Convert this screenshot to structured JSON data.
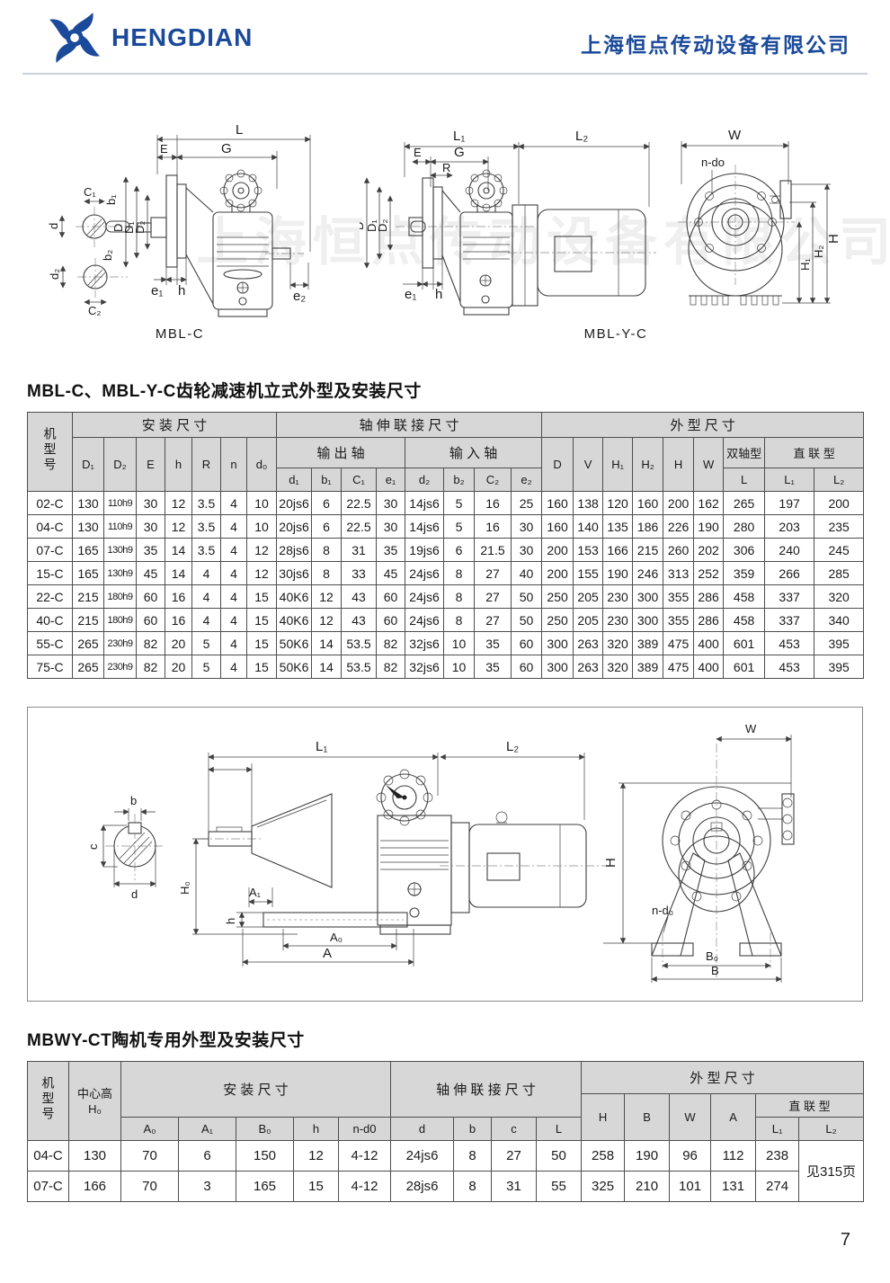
{
  "header": {
    "logo_text": "HENGDIAN",
    "company_name": "上海恒点传动设备有限公司",
    "brand_color": "#1b4a9b"
  },
  "watermark": "上海恒点传动设备有限公司",
  "drawings": {
    "caption_mblc": "MBL-C",
    "caption_mblyc": "MBL-Y-C"
  },
  "dims": {
    "L": "L",
    "L1": "L₁",
    "L2": "L₂",
    "E": "E",
    "G": "G",
    "R": "R",
    "C1": "C₁",
    "b1": "b₁",
    "d": "d",
    "D": "D",
    "D1": "D₁",
    "D2": "D₂",
    "b2": "b₂",
    "d2": "d₂",
    "C2": "C₂",
    "e1": "e₁",
    "e2": "e₂",
    "h": "h",
    "W": "W",
    "n_do": "n-do",
    "n_d0": "n-d₀",
    "H": "H",
    "H1": "H₁",
    "H2": "H₂",
    "H0": "H₀",
    "A": "A",
    "A0": "A₀",
    "A1": "A₁",
    "B": "B",
    "B0": "B₀",
    "b": "b",
    "c": "c"
  },
  "t1": {
    "title": "MBL-C、MBL-Y-C齿轮减速机立式外型及安装尺寸",
    "h_model": "机型号",
    "h_install": "安  装  尺  寸",
    "h_shaft": "轴  伸  联  接  尺  寸",
    "h_outer": "外  型  尺  寸",
    "h_out_shaft": "输  出  轴",
    "h_in_shaft": "输  入  轴",
    "h_dual": "双轴型",
    "h_direct": "直 联 型",
    "sub_install": [
      "D₁",
      "D₂",
      "E",
      "h",
      "R",
      "n",
      "d₀"
    ],
    "sub_out": [
      "d₁",
      "b₁",
      "C₁",
      "e₁"
    ],
    "sub_in": [
      "d₂",
      "b₂",
      "C₂",
      "e₂"
    ],
    "sub_outer": [
      "D",
      "V",
      "H₁",
      "H₂",
      "H",
      "W"
    ],
    "sub_dual": [
      "L"
    ],
    "sub_direct": [
      "L₁",
      "L₂"
    ],
    "rows": [
      [
        "02-C",
        "130",
        "110h9",
        "30",
        "12",
        "3.5",
        "4",
        "10",
        "20js6",
        "6",
        "22.5",
        "30",
        "14js6",
        "5",
        "16",
        "25",
        "160",
        "138",
        "120",
        "160",
        "200",
        "162",
        "265",
        "197",
        "200"
      ],
      [
        "04-C",
        "130",
        "110h9",
        "30",
        "12",
        "3.5",
        "4",
        "10",
        "20js6",
        "6",
        "22.5",
        "30",
        "14js6",
        "5",
        "16",
        "30",
        "160",
        "140",
        "135",
        "186",
        "226",
        "190",
        "280",
        "203",
        "235"
      ],
      [
        "07-C",
        "165",
        "130h9",
        "35",
        "14",
        "3.5",
        "4",
        "12",
        "28js6",
        "8",
        "31",
        "35",
        "19js6",
        "6",
        "21.5",
        "30",
        "200",
        "153",
        "166",
        "215",
        "260",
        "202",
        "306",
        "240",
        "245"
      ],
      [
        "15-C",
        "165",
        "130h9",
        "45",
        "14",
        "4",
        "4",
        "12",
        "30js6",
        "8",
        "33",
        "45",
        "24js6",
        "8",
        "27",
        "40",
        "200",
        "155",
        "190",
        "246",
        "313",
        "252",
        "359",
        "266",
        "285"
      ],
      [
        "22-C",
        "215",
        "180h9",
        "60",
        "16",
        "4",
        "4",
        "15",
        "40K6",
        "12",
        "43",
        "60",
        "24js6",
        "8",
        "27",
        "50",
        "250",
        "205",
        "230",
        "300",
        "355",
        "286",
        "458",
        "337",
        "320"
      ],
      [
        "40-C",
        "215",
        "180h9",
        "60",
        "16",
        "4",
        "4",
        "15",
        "40K6",
        "12",
        "43",
        "60",
        "24js6",
        "8",
        "27",
        "50",
        "250",
        "205",
        "230",
        "300",
        "355",
        "286",
        "458",
        "337",
        "340"
      ],
      [
        "55-C",
        "265",
        "230h9",
        "82",
        "20",
        "5",
        "4",
        "15",
        "50K6",
        "14",
        "53.5",
        "82",
        "32js6",
        "10",
        "35",
        "60",
        "300",
        "263",
        "320",
        "389",
        "475",
        "400",
        "601",
        "453",
        "395"
      ],
      [
        "75-C",
        "265",
        "230h9",
        "82",
        "20",
        "5",
        "4",
        "15",
        "50K6",
        "14",
        "53.5",
        "82",
        "32js6",
        "10",
        "35",
        "60",
        "300",
        "263",
        "320",
        "389",
        "475",
        "400",
        "601",
        "453",
        "395"
      ]
    ]
  },
  "t2": {
    "title": "MBWY-CT陶机专用外型及安装尺寸",
    "h_model": "机型号",
    "h_center": "中心高",
    "h_center_sym": "H₀",
    "h_install": "安  装  尺  寸",
    "h_shaft": "轴 伸 联 接 尺 寸",
    "h_outer": "外   型   尺   寸",
    "h_direct": "直 联 型",
    "sub_install": [
      "A₀",
      "A₁",
      "B₀",
      "h",
      "n-d0"
    ],
    "sub_shaft": [
      "d",
      "b",
      "c",
      "L"
    ],
    "sub_outer": [
      "H",
      "B",
      "W",
      "A"
    ],
    "sub_direct": [
      "L₁",
      "L₂"
    ],
    "rows": [
      [
        "04-C",
        "130",
        "70",
        "6",
        "150",
        "12",
        "4-12",
        "24js6",
        "8",
        "27",
        "50",
        "258",
        "190",
        "96",
        "112",
        "238",
        {
          "v": "见315页",
          "rowspan": 2,
          "cls": "ref"
        }
      ],
      [
        "07-C",
        "166",
        "70",
        "3",
        "165",
        "15",
        "4-12",
        "28js6",
        "8",
        "31",
        "55",
        "325",
        "210",
        "101",
        "131",
        "274"
      ]
    ]
  },
  "page_number": "7"
}
